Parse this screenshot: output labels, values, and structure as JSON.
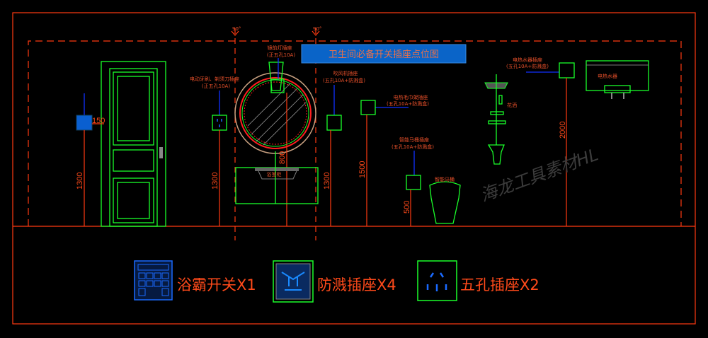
{
  "title": "卫生间必备开关插座点位图",
  "angle_labels": [
    "90°",
    "90°"
  ],
  "watermark": "海龙工具素材HL",
  "colors": {
    "background": "#000000",
    "frame": "#ff3a10",
    "fixture": "#1aff2a",
    "title_box": "#0a64c8",
    "text": "#e8502a",
    "leader": "#1030ff"
  },
  "annotations": {
    "toothbrush": {
      "name": "电动牙刷、剃须刀插座",
      "spec": "(正五孔10A)"
    },
    "mirror_light": {
      "name": "镜前灯插座",
      "spec": "(正五孔10A)"
    },
    "hair_dryer": {
      "name": "吹风机插座",
      "spec": "(五孔10A+防溅盒)"
    },
    "towel_rack": {
      "name": "电热毛巾架插座",
      "spec": "(五孔10A+防溅盒)"
    },
    "smart_toilet": {
      "name": "智能马桶插座",
      "spec": "(五孔10A+防溅盒)"
    },
    "water_heater": {
      "name": "电热水器插座",
      "spec": "(五孔10A+防溅盒)"
    }
  },
  "fixtures": {
    "vanity": "浴室柜",
    "toilet": "智能马桶",
    "shower": "花洒",
    "heater": "电热水器"
  },
  "dimensions": {
    "bath_switch": "1300",
    "switch_offset": "150",
    "toothbrush": "1300",
    "mirror": "800",
    "hair_dryer": "1300",
    "towel_rack": "1500",
    "toilet": "500",
    "water_heater": "2000"
  },
  "legend": [
    {
      "label": "浴霸开关X1"
    },
    {
      "label": "防溅插座X4"
    },
    {
      "label": "五孔插座X2"
    }
  ]
}
